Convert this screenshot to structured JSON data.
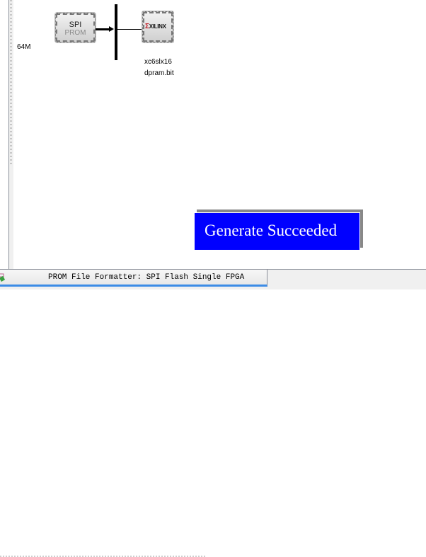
{
  "diagram": {
    "prom_size": "64M",
    "prom_chip": {
      "line1": "SPI",
      "line2": "PROM"
    },
    "fpga_chip": {
      "vendor_logo": "XILINX"
    },
    "device": {
      "part": "xc6slx16",
      "bitfile": "dpram.bit"
    }
  },
  "status_popup": {
    "message": "Generate Succeeded",
    "background_color": "#0000ff"
  },
  "tabs": [
    {
      "label": "PROM File Formatter: SPI Flash Single FPGA",
      "active": true,
      "accent_color": "#3c8ce6"
    }
  ]
}
